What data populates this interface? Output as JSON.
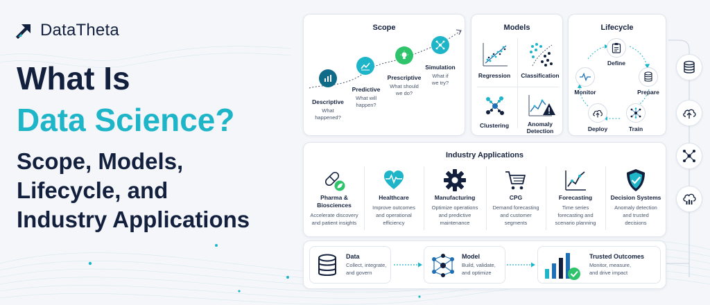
{
  "brand": {
    "name": "DataTheta",
    "logo_icon": "arrow-up-right-icon"
  },
  "hero": {
    "line1": "What Is",
    "line2": "Data Science?",
    "line3": "Scope, Models,",
    "line4": "Lifecycle, and",
    "line5": "Industry Applications"
  },
  "scope": {
    "title": "Scope",
    "steps": [
      {
        "label": "Descriptive",
        "desc1": "What",
        "desc2": "happened?",
        "icon": "bar-chart-icon"
      },
      {
        "label": "Predictive",
        "desc1": "What will",
        "desc2": "happen?",
        "icon": "trend-line-icon"
      },
      {
        "label": "Prescriptive",
        "desc1": "What should",
        "desc2": "we do?",
        "icon": "lightbulb-icon"
      },
      {
        "label": "Simulation",
        "desc1": "What if",
        "desc2": "we try?",
        "icon": "network-icon"
      }
    ]
  },
  "models": {
    "title": "Models",
    "items": [
      {
        "label": "Regression",
        "icon": "regression-scatter-icon"
      },
      {
        "label": "Classification",
        "icon": "classification-dots-icon"
      },
      {
        "label": "Clustering",
        "icon": "clustering-icon"
      },
      {
        "label1": "Anomaly",
        "label2": "Detection",
        "icon": "anomaly-warning-icon"
      }
    ]
  },
  "lifecycle": {
    "title": "Lifecycle",
    "stages": [
      {
        "label": "Define",
        "icon": "clipboard-icon"
      },
      {
        "label": "Prepare",
        "icon": "database-icon"
      },
      {
        "label": "Train",
        "icon": "neural-network-icon"
      },
      {
        "label": "Deploy",
        "icon": "cloud-upload-icon"
      },
      {
        "label": "Monitor",
        "icon": "pulse-icon"
      }
    ]
  },
  "industry": {
    "title": "Industry Applications",
    "items": [
      {
        "title1": "Pharma &",
        "title2": "Biosciences",
        "desc1": "Accelerate discovery",
        "desc2": "and patient insights",
        "desc3": "",
        "icon": "capsule-leaf-icon"
      },
      {
        "title1": "Healthcare",
        "title2": "",
        "desc1": "Improve outcomes",
        "desc2": "and operational",
        "desc3": "efficiency",
        "icon": "heart-pulse-icon"
      },
      {
        "title1": "Manufacturing",
        "title2": "",
        "desc1": "Optimize operations",
        "desc2": "and predictive",
        "desc3": "maintenance",
        "icon": "gear-icon"
      },
      {
        "title1": "CPG",
        "title2": "",
        "desc1": "Demand forecasting",
        "desc2": "and customer",
        "desc3": "segments",
        "icon": "shopping-cart-icon"
      },
      {
        "title1": "Forecasting",
        "title2": "",
        "desc1": "Time series",
        "desc2": "forecasting and",
        "desc3": "scenario planning",
        "icon": "line-chart-icon"
      },
      {
        "title1": "Decision Systems",
        "title2": "",
        "desc1": "Anomaly detection",
        "desc2": "and trusted",
        "desc3": "decisions",
        "icon": "shield-check-icon"
      }
    ]
  },
  "pipeline": [
    {
      "title": "Data",
      "desc1": "Collect, integrate,",
      "desc2": "and govern",
      "icon": "database-icon"
    },
    {
      "title": "Model",
      "desc1": "Build, validate,",
      "desc2": "and optimize",
      "icon": "network-icon"
    },
    {
      "title": "Trusted Outcomes",
      "desc1": "Monitor, measure,",
      "desc2": "and drive impact",
      "icon": "bar-chart-check-icon"
    }
  ],
  "rail": [
    {
      "icon": "database-icon"
    },
    {
      "icon": "cloud-upload-icon"
    },
    {
      "icon": "network-icon"
    },
    {
      "icon": "cloud-analytics-icon"
    }
  ],
  "colors": {
    "navy": "#12203d",
    "teal": "#1fb5c9",
    "green": "#2fc46b",
    "blue": "#1e6fb5"
  }
}
